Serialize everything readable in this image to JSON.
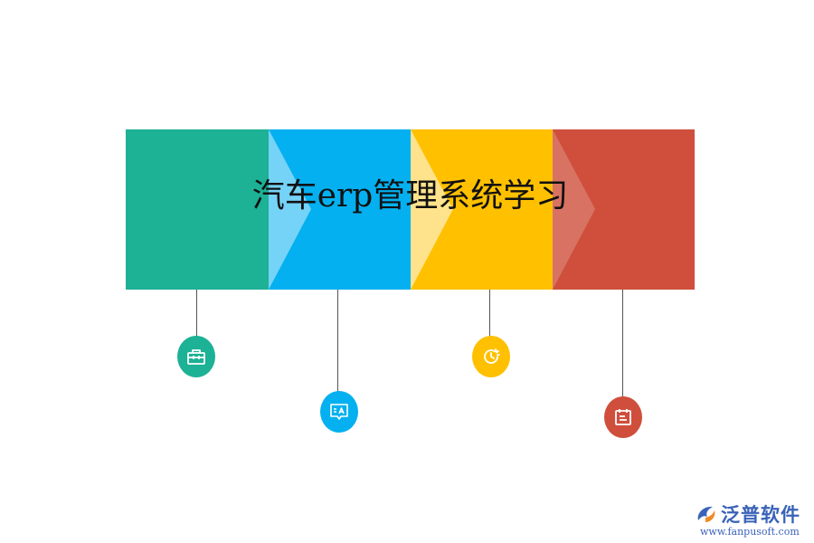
{
  "title": "汽车erp管理系统学习",
  "colors": {
    "green": "#1db195",
    "blue": "#04b0f0",
    "yellow": "#ffc000",
    "red": "#cf4f3c"
  },
  "nodes": [
    {
      "icon": "toolbox-icon",
      "color": "#1db195"
    },
    {
      "icon": "translate-chat-icon",
      "color": "#04b0f0"
    },
    {
      "icon": "clock-refresh-icon",
      "color": "#ffc000"
    },
    {
      "icon": "calendar-icon",
      "color": "#cf4f3c"
    }
  ],
  "logo": {
    "name": "泛普软件",
    "url": "www.fanpusoft.com"
  }
}
